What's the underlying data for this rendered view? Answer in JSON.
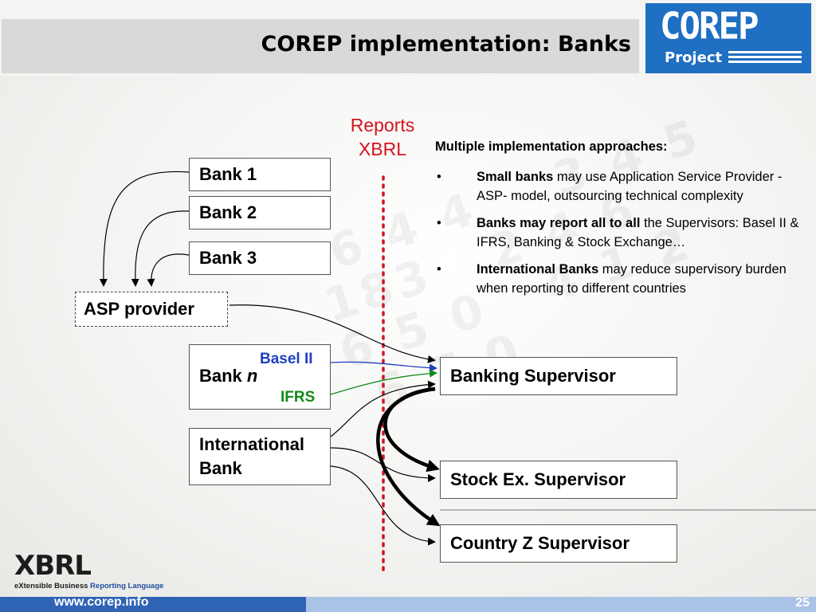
{
  "header": {
    "title": "COREP implementation: Banks"
  },
  "logo": {
    "main": "COREP",
    "sub": "Project"
  },
  "reports_label": {
    "line1": "Reports",
    "line2": "XBRL"
  },
  "banks": {
    "bank1": "Bank 1",
    "bank2": "Bank 2",
    "bank3": "Bank 3",
    "asp": "ASP provider",
    "bankn_prefix": "Bank ",
    "bankn_suffix": "n",
    "basel": "Basel II",
    "ifrs": "IFRS",
    "international_line1": "International",
    "international_line2": "Bank"
  },
  "supervisors": {
    "banking": "Banking Supervisor",
    "stock": "Stock Ex. Supervisor",
    "country": "Country Z Supervisor"
  },
  "approaches": {
    "heading": "Multiple implementation approaches:",
    "bullets": [
      {
        "bold": "Small banks",
        "rest": " may use Application Service Provider -ASP-  model, outsourcing technical complexity"
      },
      {
        "bold": "Banks may report all to all",
        "rest": " the Supervisors: Basel II & IFRS,  Banking & Stock Exchange…"
      },
      {
        "bold": "International Banks",
        "rest": " may reduce supervisory burden when reporting to different countries"
      }
    ]
  },
  "xbrl_logo": {
    "big": "XBRL",
    "small_a": "eXtensible Business ",
    "small_b": "Reporting Language"
  },
  "footer": {
    "url": "www.corep.info",
    "page": "25"
  },
  "colors": {
    "accent_blue": "#1f6fc2",
    "reports_red": "#d4141c",
    "basel_blue": "#1f3fbf",
    "ifrs_green": "#0f8a16"
  }
}
